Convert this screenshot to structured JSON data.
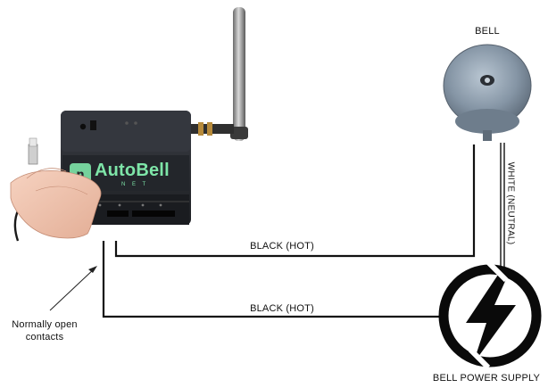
{
  "labels": {
    "bell": "BELL",
    "white_neutral": "WHITE (NEUTRAL)",
    "black_hot_top": "BLACK (HOT)",
    "black_hot_bottom": "BLACK (HOT)",
    "power_supply": "BELL POWER SUPPLY",
    "normally_open": "Normally open contacts"
  },
  "device": {
    "brand": "AutoBell",
    "brand_auto": "Auto",
    "brand_bell": "Bell",
    "sub": "N E T"
  },
  "colors": {
    "wire": "#111111",
    "device_body": "#2a2d33",
    "brand_green": "#7ee5a8",
    "bell_steel": "#8a99a8"
  }
}
